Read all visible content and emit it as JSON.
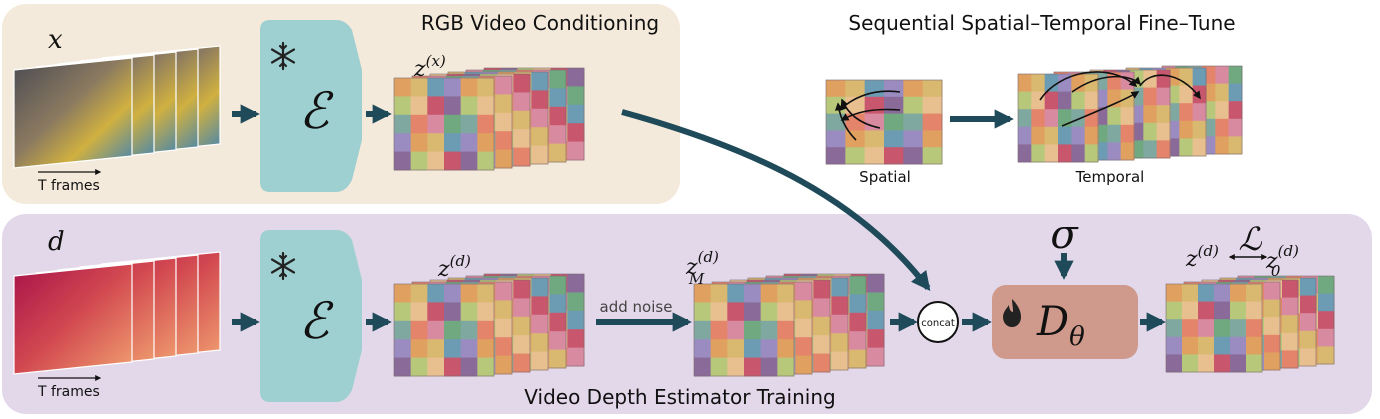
{
  "top_panel": {
    "title": "RGB Video Conditioning",
    "input_symbol": "x",
    "frames_label": "T frames",
    "encoder_symbol": "ℰ",
    "latent_base": "z",
    "latent_sup": "(x)"
  },
  "finetune": {
    "title": "Sequential Spatial–Temporal Fine–Tune",
    "spatial_label": "Spatial",
    "temporal_label": "Temporal"
  },
  "bottom_panel": {
    "title": "Video Depth Estimator Training",
    "input_symbol": "d",
    "frames_label": "T frames",
    "encoder_symbol": "ℰ",
    "latent_base": "z",
    "latent_sup": "(d)",
    "noise_label": "add noise",
    "noisy_base": "z",
    "noisy_sup": "(d)",
    "noisy_sub": "M",
    "concat_label": "concat",
    "sigma_symbol": "σ",
    "denoiser_base": "D",
    "denoiser_sub": "θ",
    "loss_symbol": "ℒ",
    "out_left_base": "z",
    "out_left_sup": "(d)",
    "out_right_base": "z",
    "out_right_sup": "(d)",
    "out_right_sub": "0"
  },
  "colors": {
    "top_panel_bg": "#f4eadb",
    "bottom_panel_bg": "#e3d8ea",
    "encoder_fill": "#9fd0d1",
    "denoiser_fill": "#cf9a8c",
    "arrow": "#1e4a5a"
  },
  "icons": [
    "snowflake-icon",
    "flame-icon"
  ]
}
